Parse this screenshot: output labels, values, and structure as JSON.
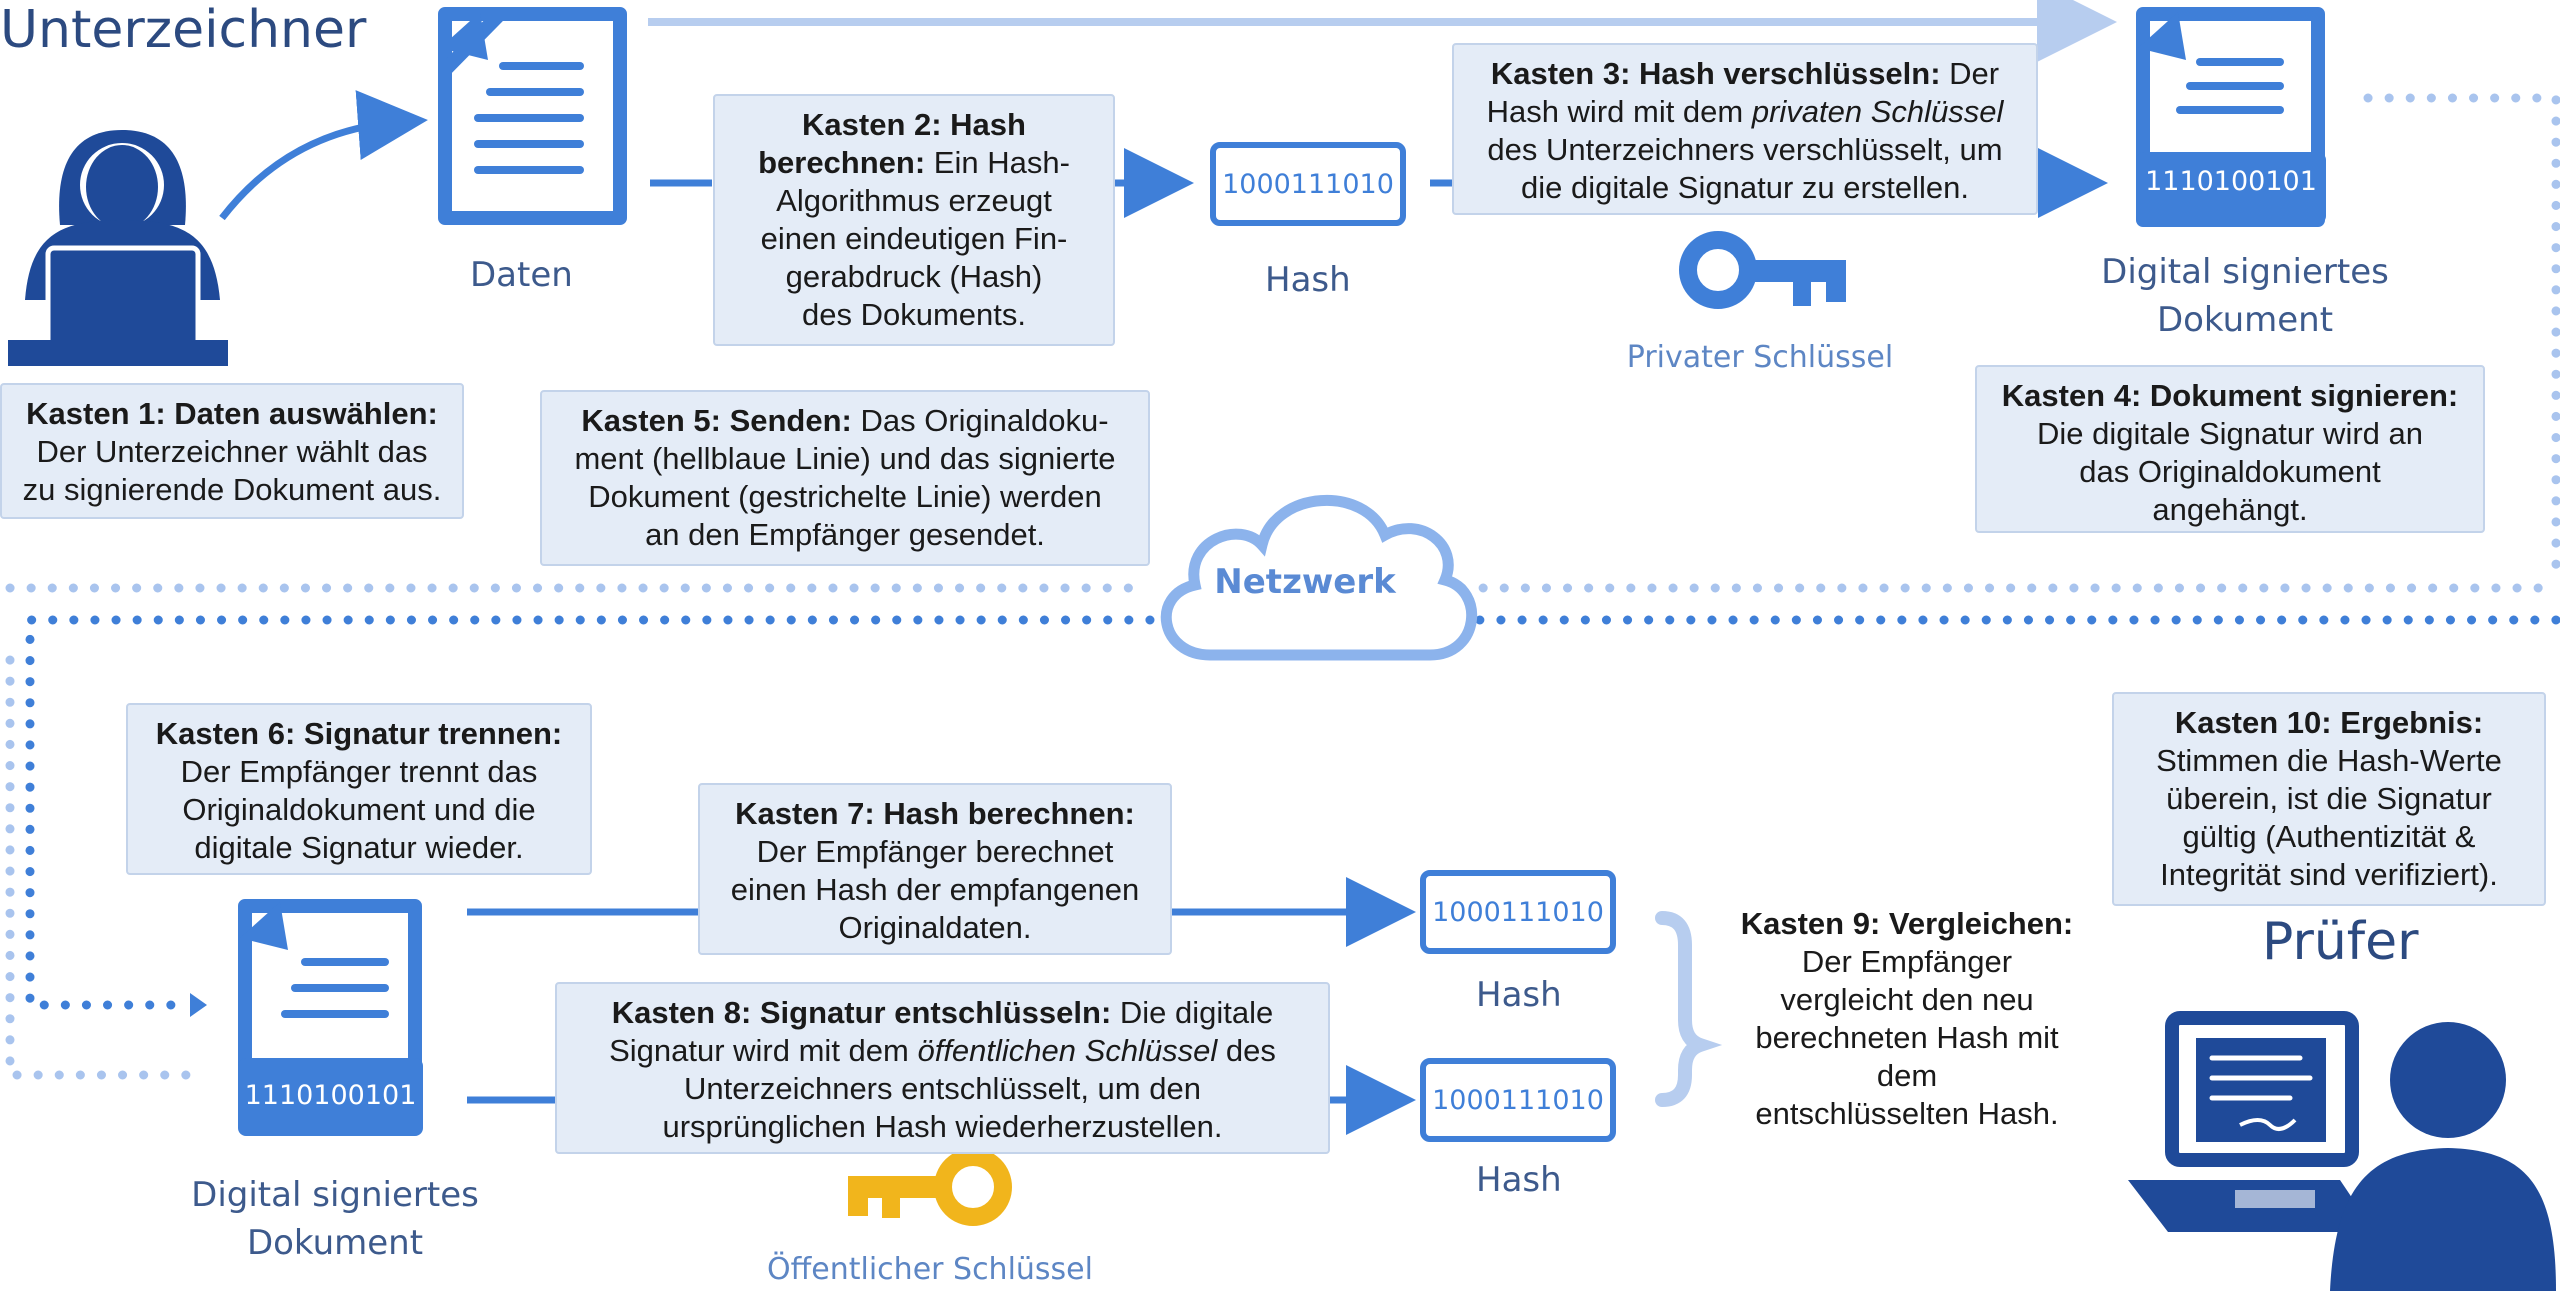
{
  "title_signer": "Unterzeichner",
  "title_verifier": "Prüfer",
  "labels": {
    "data": "Daten",
    "hash_top": "Hash",
    "private_key": "Privater Schlüssel",
    "signed_doc_top_1": "Digital signiertes",
    "signed_doc_top_2": "Dokument",
    "network": "Netzwerk",
    "signed_doc_bottom_1": "Digital signiertes",
    "signed_doc_bottom_2": "Dokument",
    "hash_mid": "Hash",
    "hash_low": "Hash",
    "public_key": "Öffentlicher Schlüssel"
  },
  "codes": {
    "hash_top": "1000111010",
    "signed_top": "1110100101",
    "hash_mid": "1000111010",
    "hash_low": "1000111010",
    "signed_bottom": "1110100101"
  },
  "boxes": {
    "k1": {
      "title": "Kasten 1: Daten auswählen:",
      "line1": "Der Unterzeichner wählt das",
      "line2": "zu signierende Dokument aus."
    },
    "k2": {
      "title1": "Kasten 2: Hash",
      "title2": "berechnen:",
      "t2rest": " Ein Hash-",
      "l3": "Algorithmus erzeugt",
      "l4": "einen eindeutigen Fin-",
      "l5": "gerabdruck (Hash)",
      "l6": "des Dokuments."
    },
    "k3": {
      "title": "Kasten 3: Hash verschlüsseln:",
      "t1rest": " Der",
      "l2a": "Hash wird mit dem ",
      "l2i": "privaten Schlüssel",
      "l3": "des Unterzeichners verschlüsselt, um",
      "l4": "die digitale Signatur zu erstellen."
    },
    "k4": {
      "title": "Kasten 4: Dokument signieren:",
      "l2": "Die digitale Signatur wird an",
      "l3": "das Originaldokument",
      "l4": "angehängt."
    },
    "k5": {
      "title": "Kasten 5: Senden:",
      "t1rest": " Das Originaldoku-",
      "l2": "ment (hellblaue Linie) und das signierte",
      "l3": "Dokument (gestrichelte Linie) werden",
      "l4": "an den Empfänger gesendet."
    },
    "k6": {
      "title": "Kasten 6: Signatur trennen:",
      "l2": "Der Empfänger trennt das",
      "l3": "Originaldokument und die",
      "l4": "digitale Signatur wieder."
    },
    "k7": {
      "title": "Kasten 7: Hash berechnen:",
      "l2": "Der Empfänger berechnet",
      "l3": "einen Hash der empfangenen",
      "l4": "Originaldaten."
    },
    "k8": {
      "title": "Kasten 8: Signatur entschlüsseln:",
      "t1rest": " Die digitale",
      "l2a": "Signatur wird mit dem ",
      "l2i": "öffentlichen Schlüssel",
      "l2b": " des",
      "l3": "Unterzeichners entschlüsselt, um den",
      "l4": "ursprünglichen Hash wiederherzustellen."
    },
    "k9": {
      "title": "Kasten 9: Vergleichen:",
      "l2": "Der Empfänger",
      "l3": "vergleicht den neu",
      "l4": "berechneten Hash mit",
      "l5": "dem",
      "l6": "entschlüsselten Hash."
    },
    "k10": {
      "title": "Kasten 10: Ergebnis:",
      "l2": "Stimmen die Hash-Werte",
      "l3": "überein, ist die Signatur",
      "l4": "gültig (Authentizität &",
      "l5": "Integrität sind verifiziert)."
    }
  },
  "colors": {
    "accent": "#3f7fd8",
    "light_line": "#b7cdef",
    "dots": "#7ea8e6",
    "box_bg": "#e4ecf7",
    "key_private": "#3f7fd8",
    "key_public": "#f1b51c",
    "person": "#1f4a99"
  },
  "icons": [
    "person-laptop-icon",
    "document-icon",
    "key-icon",
    "cloud-icon",
    "computer-icon"
  ]
}
